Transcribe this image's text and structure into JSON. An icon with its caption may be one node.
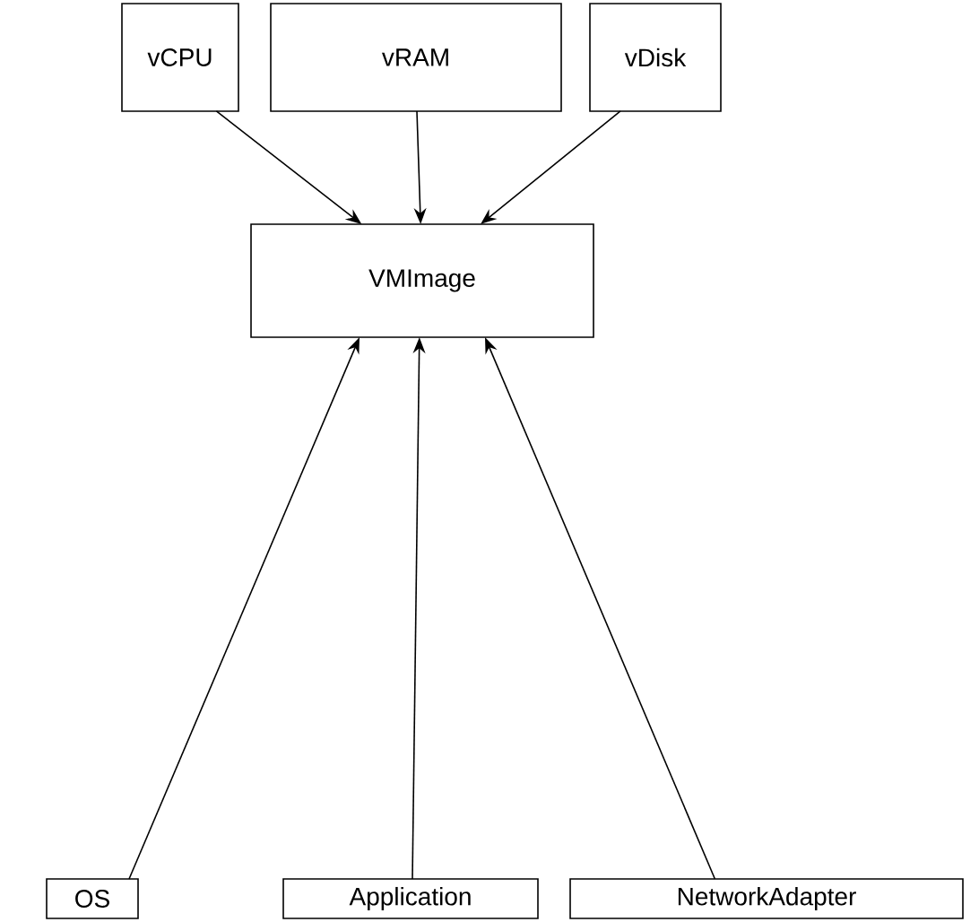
{
  "diagram": {
    "nodes": [
      {
        "text": [
          "vCPU"
        ]
      },
      {
        "text": [
          "vRAM"
        ]
      },
      {
        "text": [
          "vDisk"
        ]
      },
      {
        "text": [
          "VMImage"
        ]
      },
      {
        "text": [
          "OS"
        ]
      },
      {
        "text": [
          "Application"
        ]
      },
      {
        "text": [
          "NetworkAdapter"
        ]
      }
    ],
    "edges": [
      {
        "from": 0,
        "to": 3,
        "arrow": "to"
      },
      {
        "from": 1,
        "to": 3,
        "arrow": "to"
      },
      {
        "from": 2,
        "to": 3,
        "arrow": "to"
      },
      {
        "from": 4,
        "to": 3,
        "arrow": "to"
      },
      {
        "from": 5,
        "to": 3,
        "arrow": "to"
      },
      {
        "from": 6,
        "to": 3,
        "arrow": "to"
      }
    ]
  }
}
